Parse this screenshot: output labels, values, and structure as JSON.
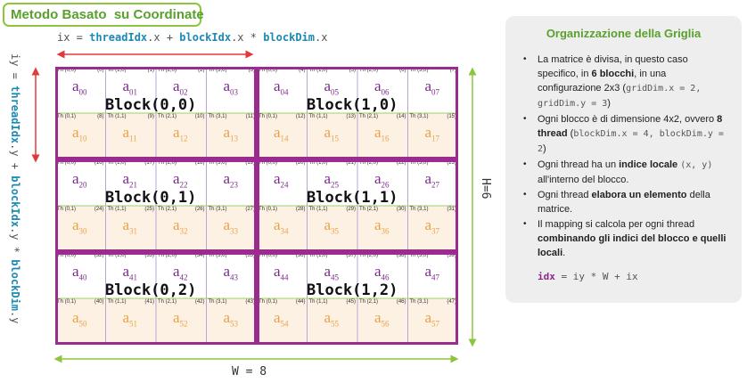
{
  "title": "Metodo Basato  su Coordinate",
  "ix_formula": {
    "prefix": "ix = ",
    "t1": "threadIdx",
    "m1": ".x + ",
    "t2": "blockIdx",
    "m2": ".x * ",
    "t3": "blockDim",
    "m3": ".x"
  },
  "iy_formula": {
    "prefix": "iy = ",
    "t1": "threadIdx",
    "m1": ".y + ",
    "t2": "blockIdx",
    "m2": ".y * ",
    "t3": "blockDim",
    "m3": ".y"
  },
  "w_label": "W = 8",
  "h_label": "H=6",
  "blocks": [
    "Block(0,0)",
    "Block(1,0)",
    "Block(0,1)",
    "Block(1,1)",
    "Block(0,2)",
    "Block(1,2)"
  ],
  "thread_labels": [
    "Th (0,0)",
    "Th (1,0)",
    "Th (2,0)",
    "Th (3,0)",
    "Th (0,1)",
    "Th (1,1)",
    "Th (2,1)",
    "Th (3,1)"
  ],
  "colors": {
    "block_border": "#9b2b8f",
    "top_row_text": "#7a2a8a",
    "bottom_row_text": "#e8a24a",
    "bottom_row_bg": "#fdf1e3",
    "h_arrow": "#8cc63f",
    "v_arrow": "#e03a3a",
    "accent": "#5aa02c"
  },
  "panel": {
    "heading": "Organizzazione della Griglia",
    "items": [
      {
        "t1": "La matrice è divisa, in questo caso specifico, in ",
        "b1": "6 blocchi",
        "t2": ", in una configurazione 2x3 (",
        "m1": "gridDim.x = 2, gridDim.y = 3",
        "t3": ")"
      },
      {
        "t1": "Ogni blocco è di dimensione 4x2, ovvero ",
        "b1": "8 thread",
        "t2": " (",
        "m1": "blockDim.x = 4, blockDim.y = 2",
        "t3": ")"
      },
      {
        "t1": "Ogni thread ha un ",
        "b1": "indice locale",
        "t2": " ",
        "m1": "(x, y)",
        "t3": " all'interno del blocco."
      },
      {
        "t1": "Ogni thread ",
        "b1": "elabora un elemento",
        "t2": " della matrice.",
        "m1": "",
        "t3": ""
      },
      {
        "t1": "Il mapping si calcola per ogni thread ",
        "b1": "combinando gli indici del blocco e quelli locali",
        "t2": ".",
        "m1": "",
        "t3": ""
      }
    ],
    "formula_kw": "idx",
    "formula_rest": " = iy * W + ix"
  }
}
